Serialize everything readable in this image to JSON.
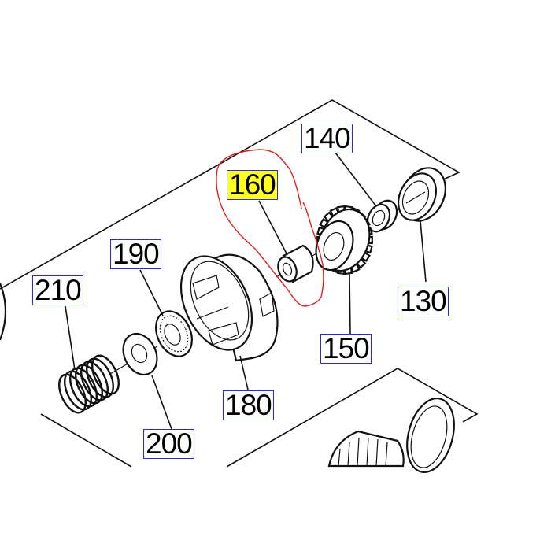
{
  "diagram": {
    "type": "exploded parts diagram",
    "highlight_color": "#ffff20",
    "circle_color": "#e02020",
    "label_border_color": "#2a2adc",
    "highlighted_part": "160",
    "labels": {
      "p130": "130",
      "p140": "140",
      "p150": "150",
      "p160": "160",
      "p180": "180",
      "p190": "190",
      "p200": "200",
      "p210": "210"
    }
  }
}
